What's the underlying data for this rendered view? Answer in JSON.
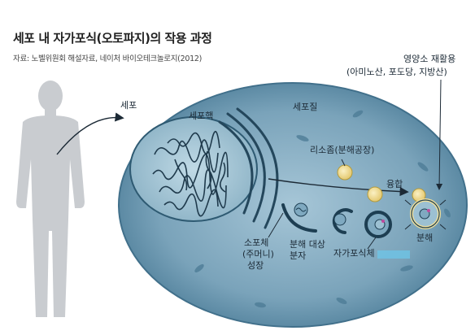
{
  "title": "세포 내 자가포식(오토파지)의 작용 과정",
  "source": "자료: 노벨위원회 해설자료, 네이처 바이오테크놀로지(2012)",
  "labels": {
    "cell": "세포",
    "nucleus": "세포핵",
    "cytoplasm": "세포질",
    "lysosome": "리소좀(분해공장)",
    "fusion": "융합",
    "nutrient_recycling_line1": "영양소 재활용",
    "nutrient_recycling_line2": "(아미노산, 포도당, 지방산)",
    "phagophore_line1": "소포체",
    "phagophore_line2": "(주머니)",
    "phagophore_line3": "성장",
    "target_line1": "분해 대상",
    "target_line2": "분자",
    "autophagosome": "자가포식체",
    "degradation": "분해"
  },
  "colors": {
    "cell_fill": "#5f8ea8",
    "cell_inner": "#8fb4c8",
    "nucleus_fill": "#9fc2d4",
    "lysosome_fill": "#f1df9a",
    "accent_bar": "#6ec4e6",
    "arrow": "#1c2a36",
    "silhouette": "#c9ccd0"
  },
  "icons": [
    "human-silhouette-icon",
    "arrow-icon"
  ]
}
